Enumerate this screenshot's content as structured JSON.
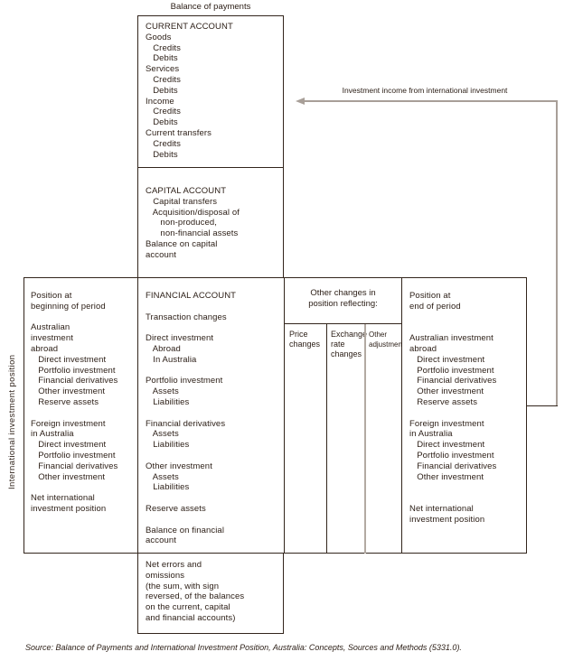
{
  "title": "Balance of payments",
  "side_label": "International investment position",
  "flow_arrow": {
    "label": "Investment income from international investment"
  },
  "boxes": {
    "current_account": {
      "lines": [
        "CURRENT ACCOUNT",
        "Goods",
        "   Credits",
        "   Debits",
        "Services",
        "   Credits",
        "   Debits",
        "Income",
        "   Credits",
        "   Debits",
        "Current transfers",
        "   Credits",
        "   Debits"
      ]
    },
    "capital_account": {
      "lines": [
        "CAPITAL ACCOUNT",
        "   Capital transfers",
        "   Acquisition/disposal of",
        "      non-produced,",
        "      non-financial assets",
        "Balance on capital",
        "account"
      ]
    },
    "position_beginning": {
      "lines": [
        "Position at",
        "beginning of period",
        "",
        "Australian",
        "investment",
        "abroad",
        "   Direct investment",
        "   Portfolio investment",
        "   Financial derivatives",
        "   Other investment",
        "   Reserve assets",
        "",
        "Foreign investment",
        "in Australia",
        "   Direct investment",
        "   Portfolio investment",
        "   Financial derivatives",
        "   Other investment",
        "",
        "Net international",
        "investment position"
      ]
    },
    "financial_account": {
      "lines": [
        "FINANCIAL ACCOUNT",
        "",
        "Transaction changes",
        "",
        "Direct investment",
        "   Abroad",
        "   In Australia",
        "",
        "Portfolio investment",
        "   Assets",
        "   Liabilities",
        "",
        "Financial derivatives",
        "   Assets",
        "   Liabilities",
        "",
        "Other investment",
        "   Assets",
        "   Liabilities",
        "",
        "Reserve assets",
        "",
        "Balance on financial",
        "account"
      ]
    },
    "position_end": {
      "lines": [
        "Position at",
        "end of period",
        "",
        "",
        "Australian investment",
        "abroad",
        "   Direct investment",
        "   Portfolio investment",
        "   Financial derivatives",
        "   Other investment",
        "   Reserve assets",
        "",
        "Foreign investment",
        "in Australia",
        "   Direct investment",
        "   Portfolio investment",
        "   Financial derivatives",
        "   Other investment",
        "",
        "",
        "Net international",
        "investment position"
      ]
    },
    "net_errors": {
      "lines": [
        "Net errors and",
        "omissions",
        "(the sum, with sign",
        "reversed, of the balances",
        "on the current, capital",
        "and financial accounts)"
      ]
    }
  },
  "other_changes": {
    "header_lines": [
      "Other changes in",
      "position reflecting:"
    ],
    "columns": [
      {
        "label_lines": [
          "Price",
          "changes"
        ]
      },
      {
        "label_lines": [
          "Exchange",
          "rate",
          "changes"
        ]
      },
      {
        "label_lines": [
          "Other",
          "adjustments"
        ]
      }
    ]
  },
  "colors": {
    "line_black": "#32251c",
    "arrow_gray": "#a89f98",
    "divider_gray": "#b3aaa2"
  },
  "source_note": "Source: Balance of Payments and International Investment Position, Australia: Concepts, Sources and Methods (5331.0)."
}
